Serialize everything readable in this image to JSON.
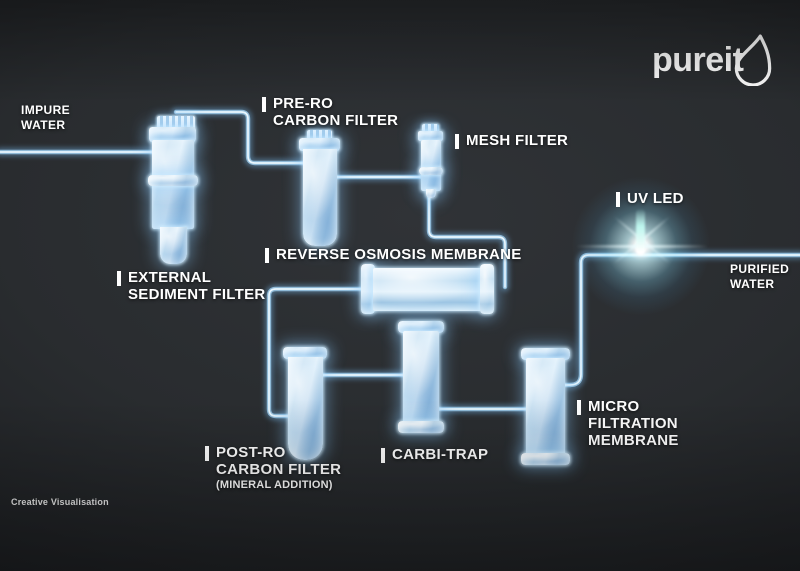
{
  "brand": {
    "logo_text": "pureit"
  },
  "stages": [
    {
      "id": "impure-water",
      "lines": [
        "IMPURE",
        "WATER"
      ]
    },
    {
      "id": "external-sediment-filter",
      "lines": [
        "EXTERNAL",
        "SEDIMENT FILTER"
      ]
    },
    {
      "id": "pre-ro-carbon-filter",
      "lines": [
        "PRE-RO",
        "CARBON FILTER"
      ]
    },
    {
      "id": "mesh-filter",
      "lines": [
        "MESH FILTER"
      ]
    },
    {
      "id": "reverse-osmosis-membrane",
      "lines": [
        "REVERSE OSMOSIS MEMBRANE"
      ]
    },
    {
      "id": "post-ro-carbon-filter",
      "lines": [
        "POST-RO",
        "CARBON FILTER",
        "(MINERAL ADDITION)"
      ]
    },
    {
      "id": "carbi-trap",
      "lines": [
        "CARBI-TRAP"
      ]
    },
    {
      "id": "micro-filtration-membrane",
      "lines": [
        "MICRO",
        "FILTRATION",
        "MEMBRANE"
      ]
    },
    {
      "id": "uv-led",
      "lines": [
        "UV LED"
      ]
    },
    {
      "id": "purified-water",
      "lines": [
        "PURIFIED",
        "WATER"
      ]
    }
  ],
  "footer": {
    "credit": "Creative Visualisation"
  },
  "colors": {
    "background": "#26292c",
    "pipe_glow": "#78bef5",
    "pipe_core": "#e9f7ff",
    "vessel": "#b5d8f0",
    "uv_glow": "#cdf8ff",
    "text": "#ffffff"
  }
}
